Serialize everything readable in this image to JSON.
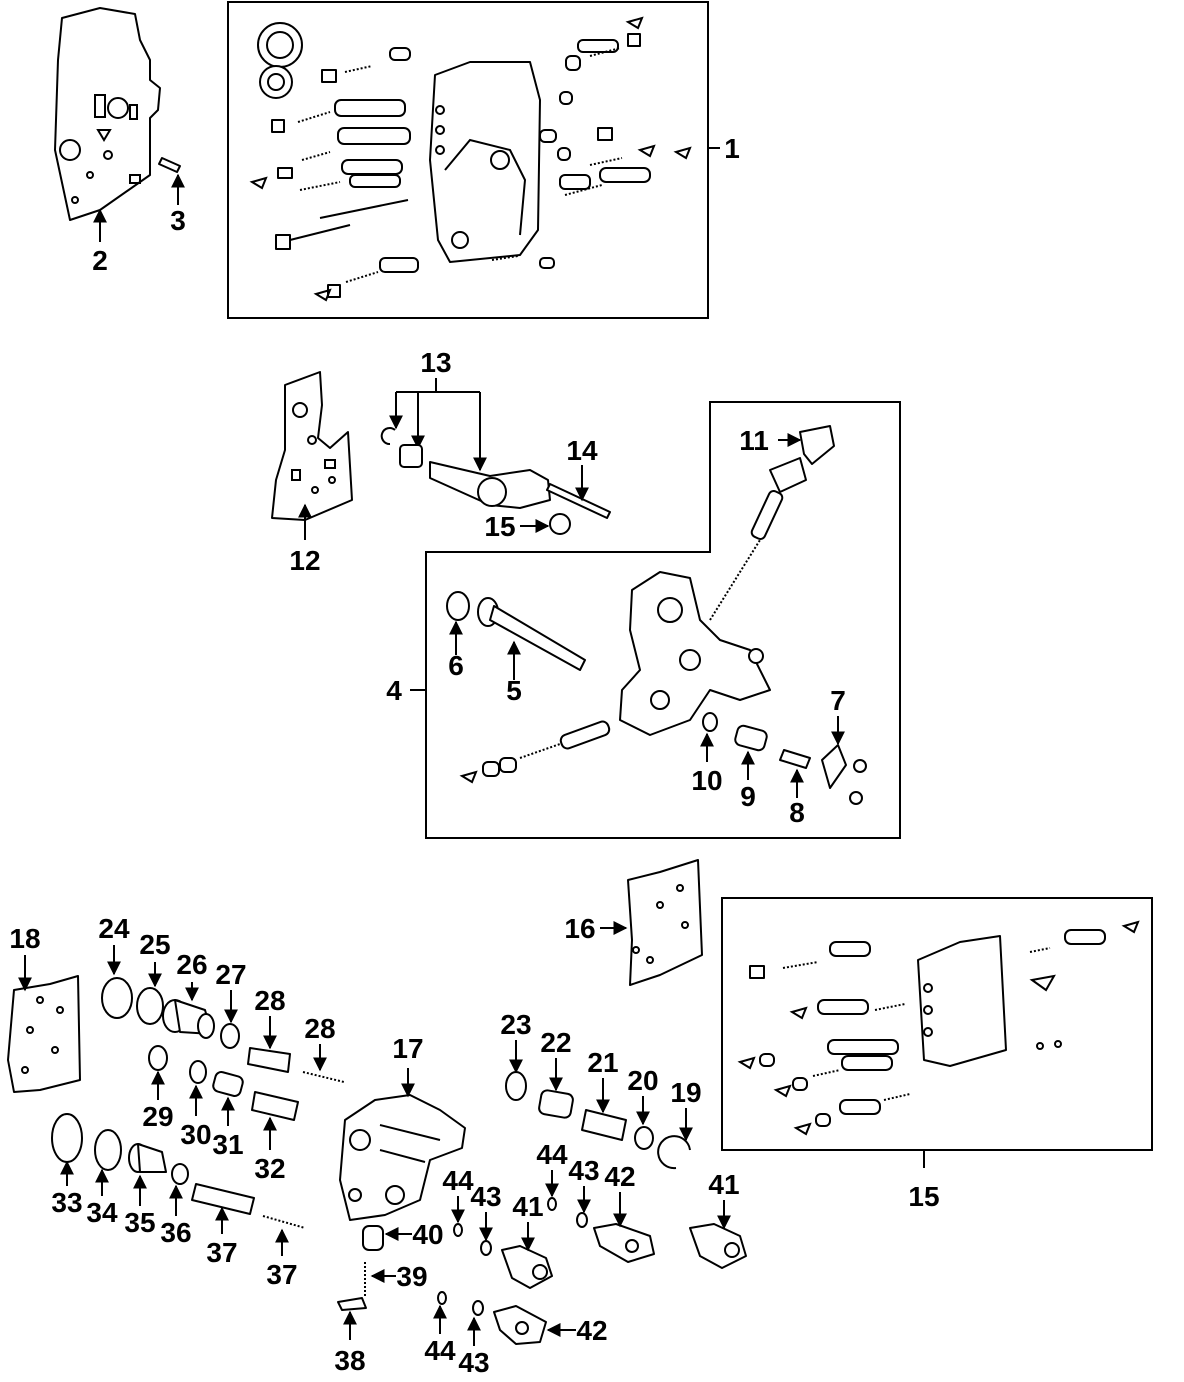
{
  "callouts": {
    "c1": "1",
    "c2": "2",
    "c3": "3",
    "c4": "4",
    "c5": "5",
    "c6": "6",
    "c7": "7",
    "c8": "8",
    "c9": "9",
    "c10": "10",
    "c11": "11",
    "c12": "12",
    "c13": "13",
    "c14": "14",
    "c15a": "15",
    "c15b": "15",
    "c16": "16",
    "c17": "17",
    "c18": "18",
    "c19": "19",
    "c20": "20",
    "c21": "21",
    "c22": "22",
    "c23": "23",
    "c24": "24",
    "c25": "25",
    "c26": "26",
    "c27": "27",
    "c28a": "28",
    "c28b": "28",
    "c29": "29",
    "c30": "30",
    "c31": "31",
    "c32": "32",
    "c33": "33",
    "c34": "34",
    "c35": "35",
    "c36": "36",
    "c37a": "37",
    "c37b": "37",
    "c38": "38",
    "c39": "39",
    "c40": "40",
    "c41a": "41",
    "c41b": "41",
    "c42a": "42",
    "c42b": "42",
    "c43a": "43",
    "c43b": "43",
    "c43c": "43",
    "c44a": "44",
    "c44b": "44",
    "c44c": "44"
  }
}
